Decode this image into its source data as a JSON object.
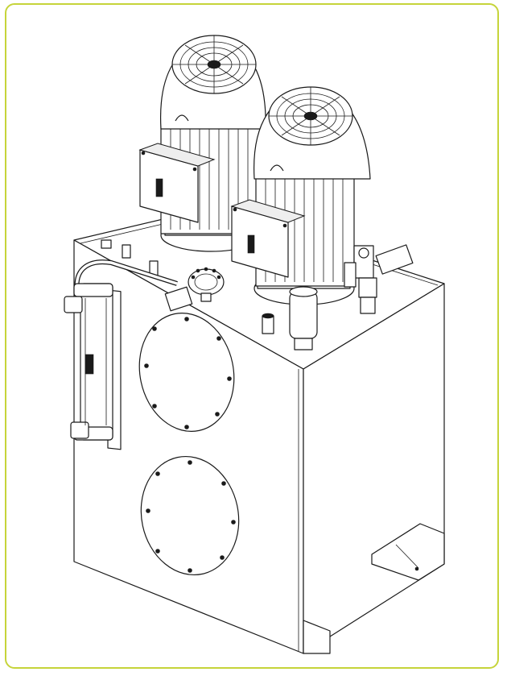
{
  "figure": {
    "frame_color": "#c6d43a",
    "line_color": "#1a1a1a",
    "background": "#ffffff"
  },
  "components": {
    "tank": "tank-body",
    "motors": [
      "motor-left",
      "motor-right"
    ],
    "covers": [
      "inspection-cover-upper",
      "inspection-cover-lower"
    ]
  }
}
